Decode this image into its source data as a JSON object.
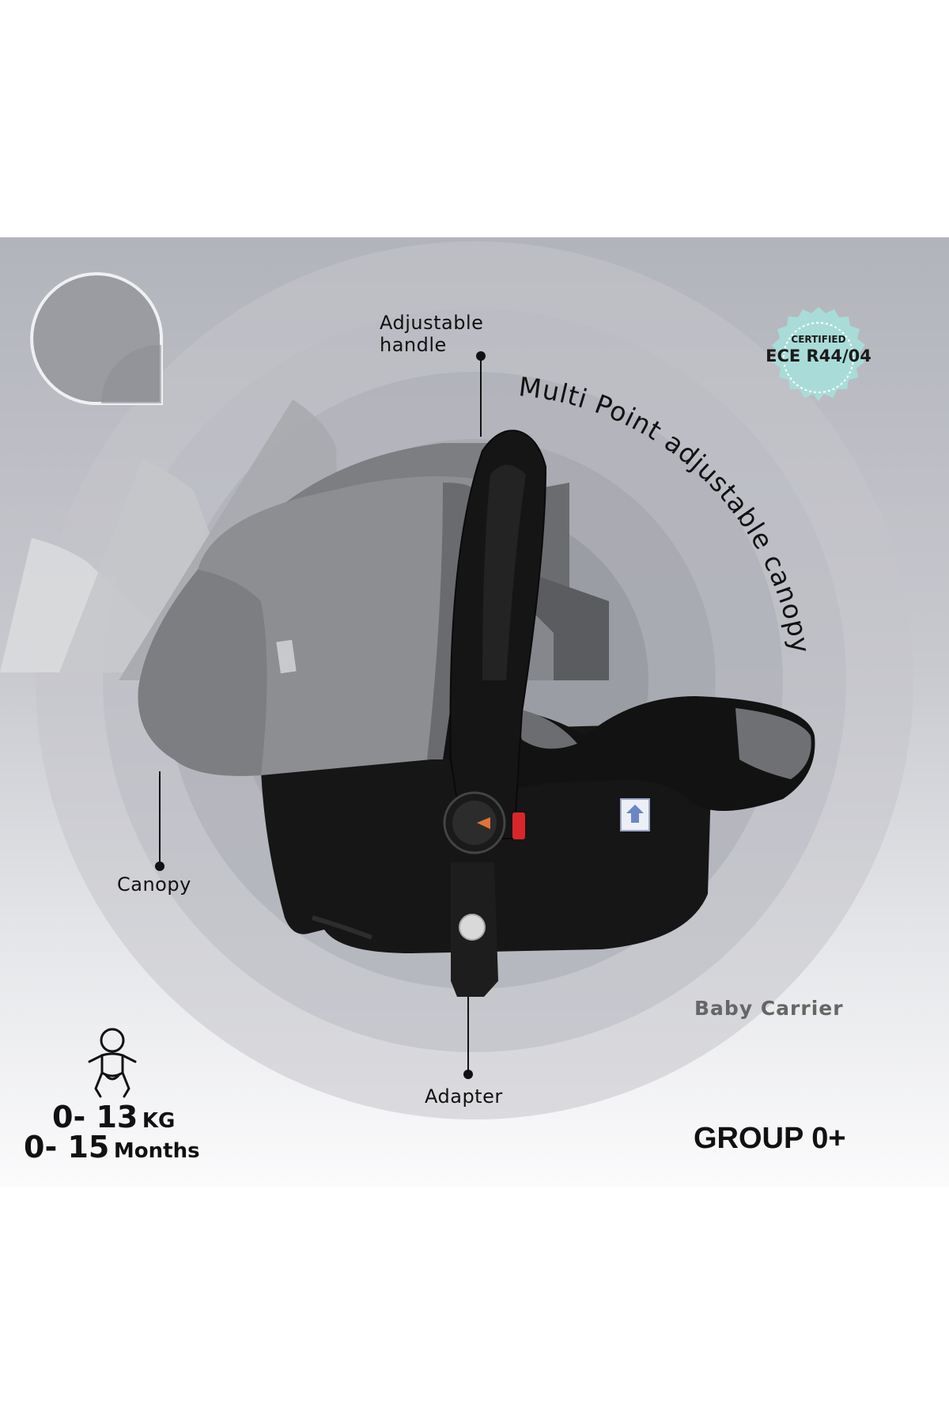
{
  "labels": {
    "handle": [
      "Adjustable",
      "handle"
    ],
    "canopy_arc": "Multi Point adjustable canopy",
    "canopy": "Canopy",
    "adapter": "Adapter",
    "product": "Baby Carrier",
    "group": "GROUP 0+"
  },
  "badge": {
    "top": "CERTIFIED",
    "main": "ECE R44/04"
  },
  "specs": {
    "weight_value": "0- 13",
    "weight_unit": "KG",
    "age_value": "0- 15",
    "age_unit": "Months"
  },
  "icons": {
    "baby": "baby-icon",
    "certified": "certified-seal-icon",
    "decor": "teardrop-shape"
  },
  "colors": {
    "panel_top": "#b2b4bb",
    "seal": "#a9dcd8",
    "fabric": "#8d8f93",
    "shell": "#141414",
    "text": "#111111"
  }
}
